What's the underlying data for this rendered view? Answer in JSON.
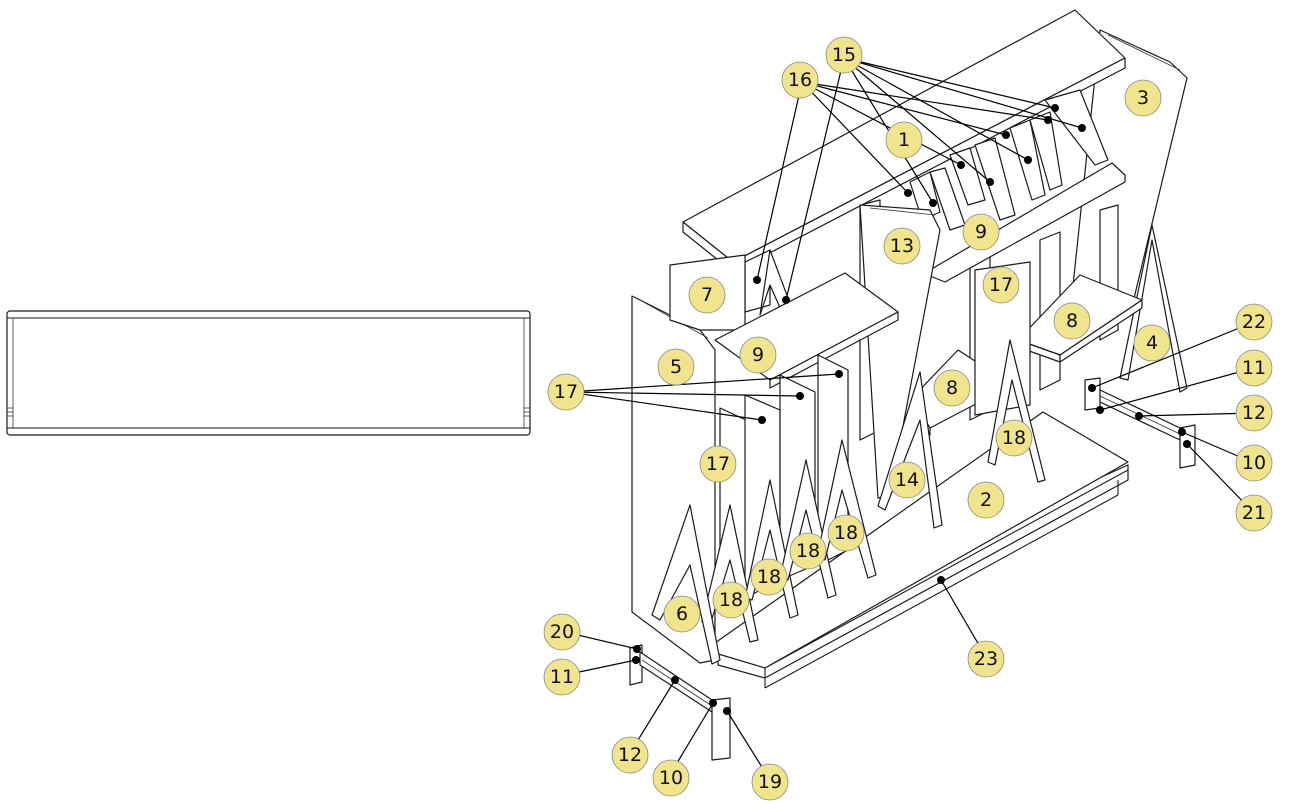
{
  "diagram": {
    "callouts": [
      {
        "id": "c1",
        "label": "1"
      },
      {
        "id": "c2",
        "label": "2"
      },
      {
        "id": "c3",
        "label": "3"
      },
      {
        "id": "c4",
        "label": "4"
      },
      {
        "id": "c5",
        "label": "5"
      },
      {
        "id": "c6",
        "label": "6"
      },
      {
        "id": "c7",
        "label": "7"
      },
      {
        "id": "c8a",
        "label": "8"
      },
      {
        "id": "c8b",
        "label": "8"
      },
      {
        "id": "c9a",
        "label": "9"
      },
      {
        "id": "c9b",
        "label": "9"
      },
      {
        "id": "c10a",
        "label": "10"
      },
      {
        "id": "c10b",
        "label": "10"
      },
      {
        "id": "c11a",
        "label": "11"
      },
      {
        "id": "c11b",
        "label": "11"
      },
      {
        "id": "c12a",
        "label": "12"
      },
      {
        "id": "c12b",
        "label": "12"
      },
      {
        "id": "c13",
        "label": "13"
      },
      {
        "id": "c14",
        "label": "14"
      },
      {
        "id": "c15",
        "label": "15"
      },
      {
        "id": "c16",
        "label": "16"
      },
      {
        "id": "c17a",
        "label": "17"
      },
      {
        "id": "c17b",
        "label": "17"
      },
      {
        "id": "c17c",
        "label": "17"
      },
      {
        "id": "c18a",
        "label": "18"
      },
      {
        "id": "c18b",
        "label": "18"
      },
      {
        "id": "c18c",
        "label": "18"
      },
      {
        "id": "c18d",
        "label": "18"
      },
      {
        "id": "c18e",
        "label": "18"
      },
      {
        "id": "c19",
        "label": "19"
      },
      {
        "id": "c20",
        "label": "20"
      },
      {
        "id": "c21",
        "label": "21"
      },
      {
        "id": "c22",
        "label": "22"
      },
      {
        "id": "c23",
        "label": "23"
      }
    ],
    "bubble_color": "#f0e48c",
    "line_color": "#1a1a1a"
  }
}
